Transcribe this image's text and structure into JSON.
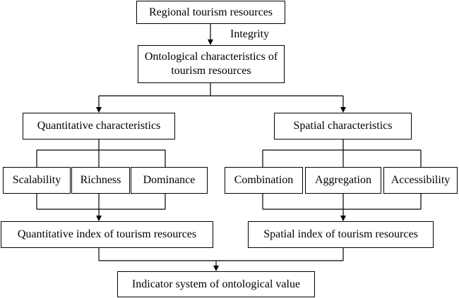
{
  "nodes": {
    "regional": "Regional tourism resources",
    "integrity_label": "Integrity",
    "ontological_line1": "Ontological characteristics of",
    "ontological_line2": "tourism resources",
    "quantitative_char": "Quantitative characteristics",
    "spatial_char": "Spatial characteristics",
    "scalability": "Scalability",
    "richness": "Richness",
    "dominance": "Dominance",
    "combination": "Combination",
    "aggregation": "Aggregation",
    "accessibility": "Accessibility",
    "quantitative_index": "Quantitative index of tourism resources",
    "spatial_index": "Spatial index of tourism resources",
    "indicator_system": "Indicator system of ontological value"
  }
}
